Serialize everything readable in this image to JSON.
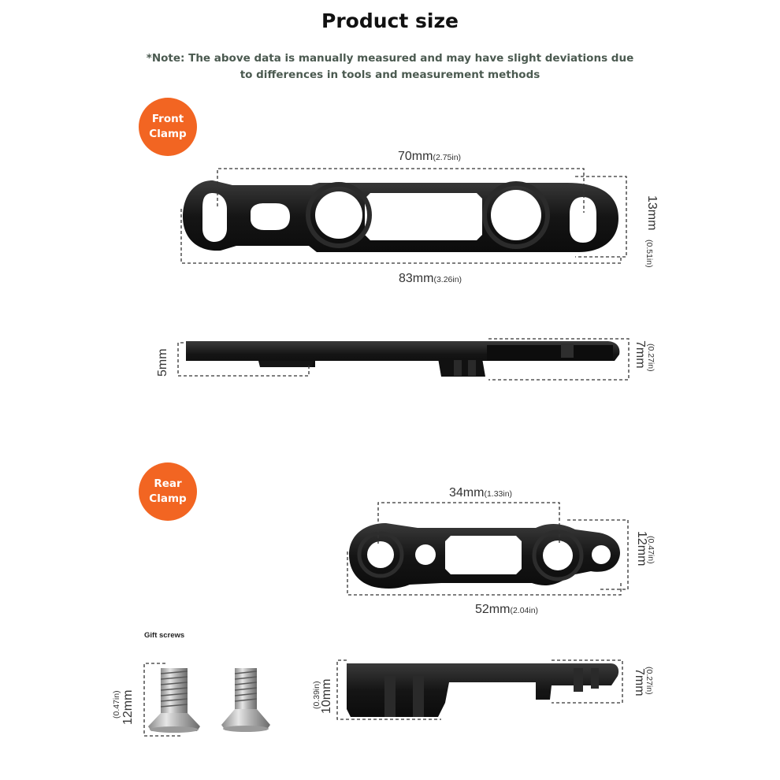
{
  "header": {
    "title": "Product size",
    "note_line1": "*Note: The above data is manually measured and may have slight deviations due",
    "note_line2": "to differences in tools and measurement methods"
  },
  "front_clamp": {
    "badge_line1": "Front",
    "badge_line2": "Clamp",
    "hole_spacing": "70mm",
    "hole_spacing_in": "(2.75in)",
    "length": "83mm",
    "length_in": "(3.26in)",
    "width": "13mm",
    "width_in": "(0.51in)",
    "side_left_thickness": "5mm",
    "side_right_thickness": "7mm",
    "side_right_thickness_in": "(0.27in)"
  },
  "rear_clamp": {
    "badge_line1": "Rear",
    "badge_line2": "Clamp",
    "hole_spacing": "34mm",
    "hole_spacing_in": "(1.33in)",
    "length": "52mm",
    "length_in": "(2.04in)",
    "width": "12mm",
    "width_in": "(0.47in)",
    "side_left_thickness": "10mm",
    "side_left_thickness_in": "(0.39in)",
    "side_right_thickness": "7mm",
    "side_right_thickness_in": "(0.27in)"
  },
  "screws": {
    "label": "Gift screws",
    "length": "12mm",
    "length_in": "(0.47in)"
  },
  "colors": {
    "accent": "#f26522",
    "part": "#1a1a1a",
    "note": "#4b5a50"
  }
}
